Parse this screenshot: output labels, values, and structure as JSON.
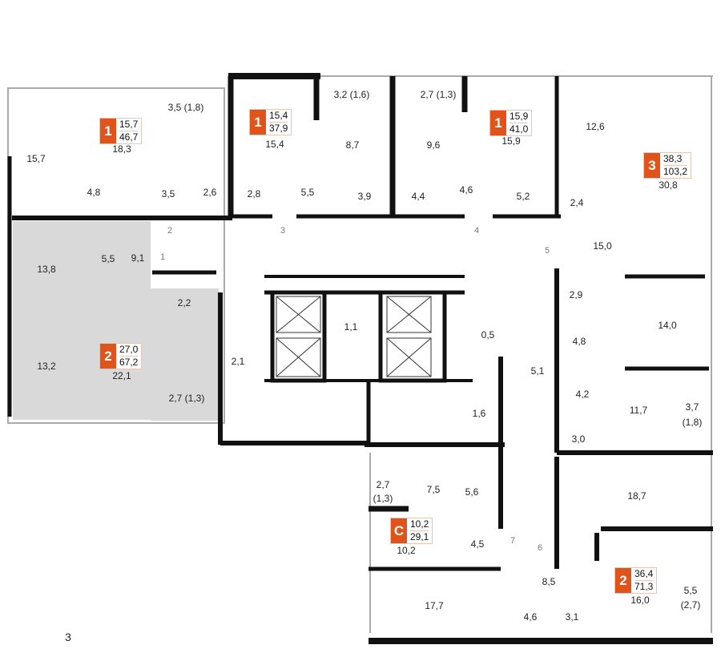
{
  "colors": {
    "badge": "#e0541c",
    "wall": "#111111",
    "highlight_unit": "#d9d9d9"
  },
  "apartments": [
    {
      "type": "1",
      "living": "15,7",
      "total": "46,7"
    },
    {
      "type": "1",
      "living": "15,4",
      "total": "37,9"
    },
    {
      "type": "1",
      "living": "15,9",
      "total": "41,0"
    },
    {
      "type": "3",
      "living": "38,3",
      "total": "103,2"
    },
    {
      "type": "2",
      "living": "27,0",
      "total": "67,2"
    },
    {
      "type": "С",
      "living": "10,2",
      "total": "29,1"
    },
    {
      "type": "2",
      "living": "36,4",
      "total": "71,3"
    }
  ],
  "rooms": [
    "15,7",
    "18,3",
    "3,5 (1,8)",
    "4,8",
    "3,5",
    "2,6",
    "15,4",
    "2,8",
    "5,5",
    "3,2 (1,6)",
    "8,7",
    "3,9",
    "9,6",
    "2,7 (1,3)",
    "4,4",
    "4,6",
    "15,9",
    "5,2",
    "12,6",
    "30,8",
    "2,4",
    "15,0",
    "13,8",
    "5,5",
    "9,1",
    "2,2",
    "13,2",
    "22,1",
    "2,7 (1,3)",
    "2,1",
    "1,1",
    "0,5",
    "2,9",
    "4,8",
    "4,2",
    "5,1",
    "14,0",
    "11,7",
    "1,6",
    "3,7",
    "(1,8)",
    "3,0",
    "7,5",
    "5,6",
    "2,7",
    "(1,3)",
    "10,2",
    "4,5",
    "18,7",
    "8,5",
    "16,0",
    "5,5",
    "(2,7)",
    "17,7",
    "4,6",
    "3,1"
  ],
  "doors": [
    "1",
    "2",
    "3",
    "4",
    "5",
    "6",
    "7"
  ],
  "section_number": "3"
}
